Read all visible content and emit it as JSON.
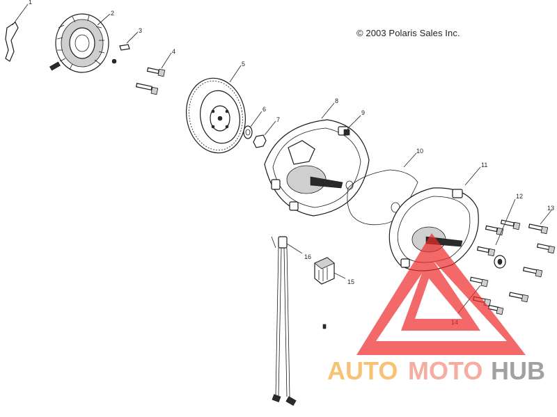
{
  "copyright": "© 2003 Polaris Sales Inc.",
  "callouts": [
    {
      "id": "1",
      "label": "1"
    },
    {
      "id": "2",
      "label": "2"
    },
    {
      "id": "3",
      "label": "3"
    },
    {
      "id": "4",
      "label": "4"
    },
    {
      "id": "5",
      "label": "5"
    },
    {
      "id": "6",
      "label": "6"
    },
    {
      "id": "7",
      "label": "7"
    },
    {
      "id": "8",
      "label": "8"
    },
    {
      "id": "9",
      "label": "9"
    },
    {
      "id": "10",
      "label": "10"
    },
    {
      "id": "11",
      "label": "11"
    },
    {
      "id": "12",
      "label": "12"
    },
    {
      "id": "13",
      "label": "13"
    },
    {
      "id": "14",
      "label": "14"
    },
    {
      "id": "15",
      "label": "15"
    },
    {
      "id": "16",
      "label": "16"
    }
  ],
  "watermark": {
    "part1": "AUTO",
    "part2": "MOTO",
    "part3": "HUB",
    "color_triangle": "#ef2b2b",
    "color_auto": "#f4a93a",
    "color_moto": "#f28a7a",
    "color_hub": "#7a7a7a"
  }
}
